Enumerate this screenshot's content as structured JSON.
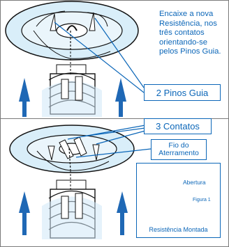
{
  "instructions": {
    "text": "Encaixe a nova Resistência, nos três contatos orientando-se pelos Pinos Guia."
  },
  "callouts": {
    "guide_pins": "2 Pinos Guia",
    "contacts": "3 Contatos",
    "ground_wire": "Fio do Aterramento"
  },
  "inset": {
    "opening": "Abertura",
    "figure": "Figura 1",
    "caption": "Resistência Montada"
  },
  "colors": {
    "accent": "#0b66b8",
    "arrow": "#1f68b5",
    "light_blue": "#cfe8f7",
    "line": "#111111"
  }
}
